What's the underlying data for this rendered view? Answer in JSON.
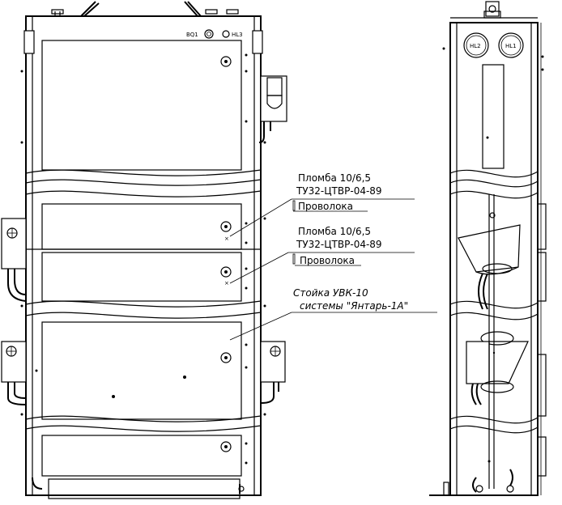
{
  "indicators": {
    "bq1": "BQ1",
    "hl3": "HL3",
    "hl2": "HL2",
    "hl1": "HL1"
  },
  "callouts": {
    "seal_1_line1": "Пломба 10/6,5",
    "seal_1_line2": "ТУ32-ЦТВР-04-89",
    "wire_1": "Проволока",
    "seal_2_line1": "Пломба 10/6,5",
    "seal_2_line2": "ТУ32-ЦТВР-04-89",
    "wire_2": "Проволока",
    "rack_line1": "Стойка УВК-10",
    "rack_line2": "системы \"Янтарь-1А\""
  }
}
